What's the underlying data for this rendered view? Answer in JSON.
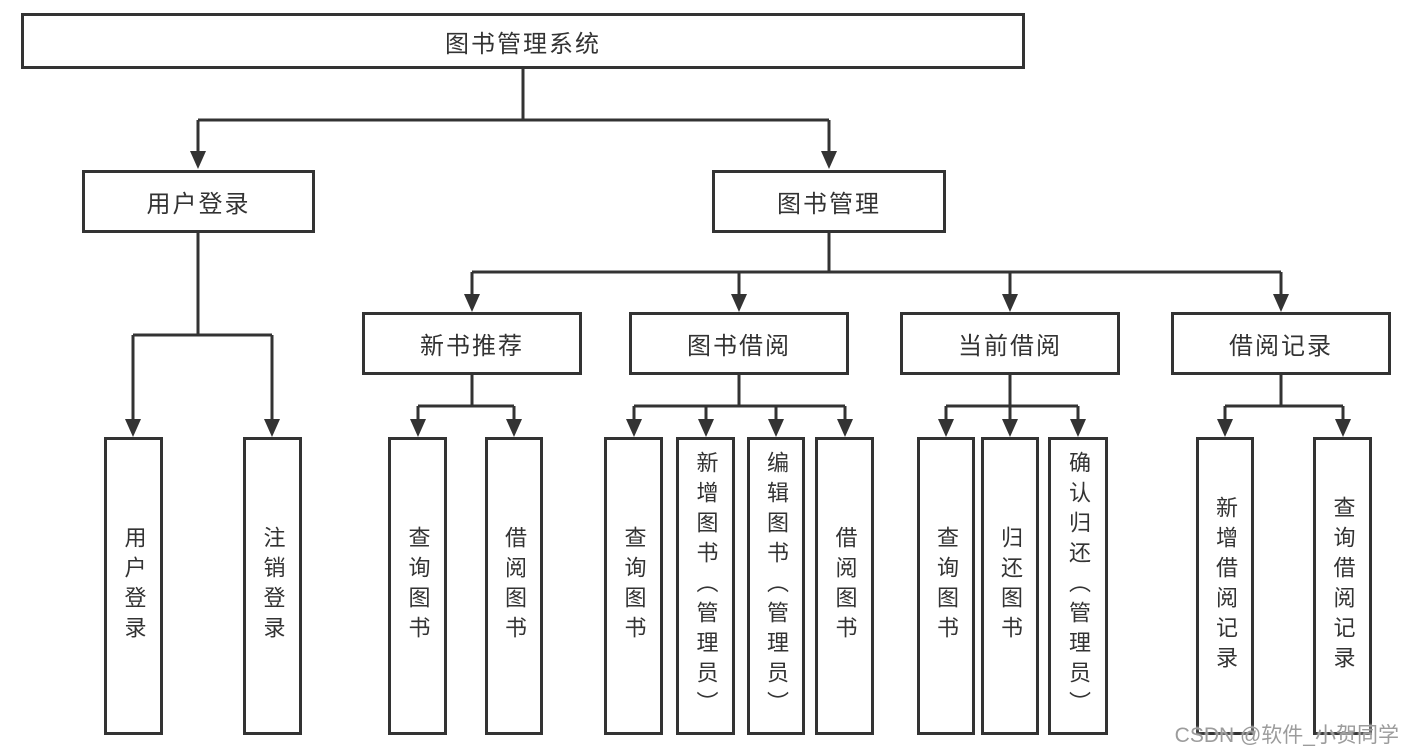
{
  "root": {
    "label": "图书管理系统"
  },
  "level2": {
    "user_login": {
      "label": "用户登录"
    },
    "book_mgmt": {
      "label": "图书管理"
    }
  },
  "user_login_children": [
    "用户登录",
    "注销登录"
  ],
  "modules": [
    {
      "label": "新书推荐",
      "children": [
        "查询图书",
        "借阅图书"
      ]
    },
    {
      "label": "图书借阅",
      "children": [
        "查询图书",
        "新增图书（管理员）",
        "编辑图书（管理员）",
        "借阅图书"
      ]
    },
    {
      "label": "当前借阅",
      "children": [
        "查询图书",
        "归还图书",
        "确认归还（管理员）"
      ]
    },
    {
      "label": "借阅记录",
      "children": [
        "新增借阅记录",
        "查询借阅记录"
      ]
    }
  ],
  "watermark": "CSDN @软件_小贺同学",
  "colors": {
    "line": "#333333",
    "text": "#333333",
    "background": "#ffffff",
    "watermark": "#9c9c9c"
  }
}
